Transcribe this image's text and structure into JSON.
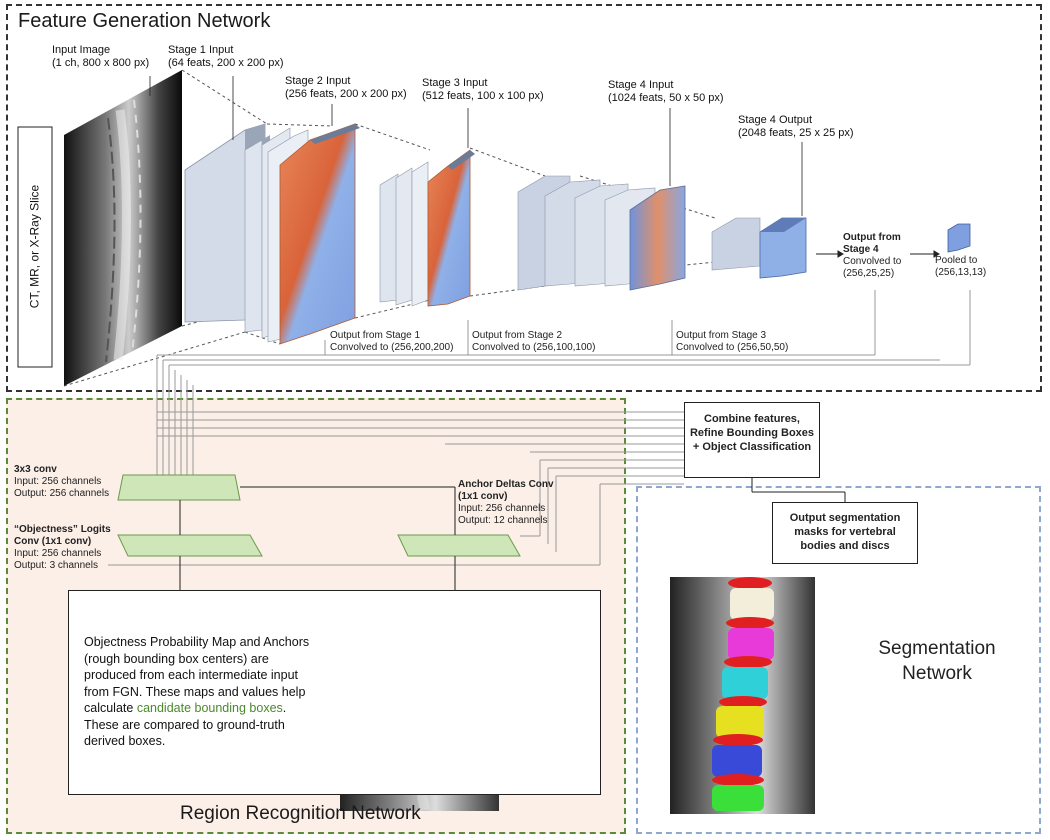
{
  "sections": {
    "fgn_title": "Feature Generation Network",
    "rrn_title": "Region Recognition Network",
    "seg_title_line1": "Segmentation",
    "seg_title_line2": "Network"
  },
  "input_side_label": "CT, MR, or X-Ray Slice",
  "stages": {
    "input_image": [
      "Input Image",
      "(1 ch, 800 x 800 px)"
    ],
    "stage1": [
      "Stage 1 Input",
      "(64 feats, 200 x 200 px)"
    ],
    "stage2": [
      "Stage 2 Input",
      "(256 feats, 200 x 200 px)"
    ],
    "stage3": [
      "Stage 3 Input",
      "(512 feats, 100 x 100 px)"
    ],
    "stage4": [
      "Stage 4 Input",
      "(1024 feats, 50 x 50 px)"
    ],
    "stage4_out": [
      "Stage 4 Output",
      "(2048 feats, 25 x 25 px)"
    ]
  },
  "outputs": {
    "s1": [
      "Output from Stage 1",
      "Convolved to (256,200,200)"
    ],
    "s2": [
      "Output from Stage 2",
      "Convolved to  (256,100,100)"
    ],
    "s3": [
      "Output from Stage 3",
      "Convolved to (256,50,50)"
    ],
    "s4": [
      "Output from",
      "Stage 4",
      "Convolved to",
      "(256,25,25)"
    ],
    "pooled": [
      "Pooled to",
      "(256,13,13)"
    ]
  },
  "rrn": {
    "conv3": [
      "3x3 conv",
      "Input:     256 channels",
      "Output:  256 channels"
    ],
    "obj": [
      "“Objectness” Logits",
      "Conv (1x1 conv)",
      "Input:     256 channels",
      "Output:  3 channels"
    ],
    "anchor": [
      "Anchor Deltas Conv",
      "(1x1 conv)",
      "Input:     256 channels",
      "Output:  12 channels"
    ],
    "desc_a": "Objectness Probability Map and Anchors (rough bounding box centers) are produced from each intermediate input from FGN. These maps and values help calculate ",
    "desc_green": "candidate bounding boxes",
    "desc_b": ". These are compared to ground-truth derived boxes."
  },
  "combine_box": [
    "Combine features,",
    "Refine Bounding Boxes",
    "+ Object Classification"
  ],
  "seg_box": [
    "Output segmentation",
    "masks for vertebral",
    "bodies and discs"
  ],
  "colors": {
    "fgn_border": "#333333",
    "rrn_border": "#5a8a3a",
    "rrn_bg": "#fbefe8",
    "seg_border": "#8fa8cf",
    "feature_orange": "#e07a4a",
    "feature_blue": "#7f9fe0",
    "conv_green": "#cfe6b8",
    "anchor_cyan": "#27d7e6"
  }
}
